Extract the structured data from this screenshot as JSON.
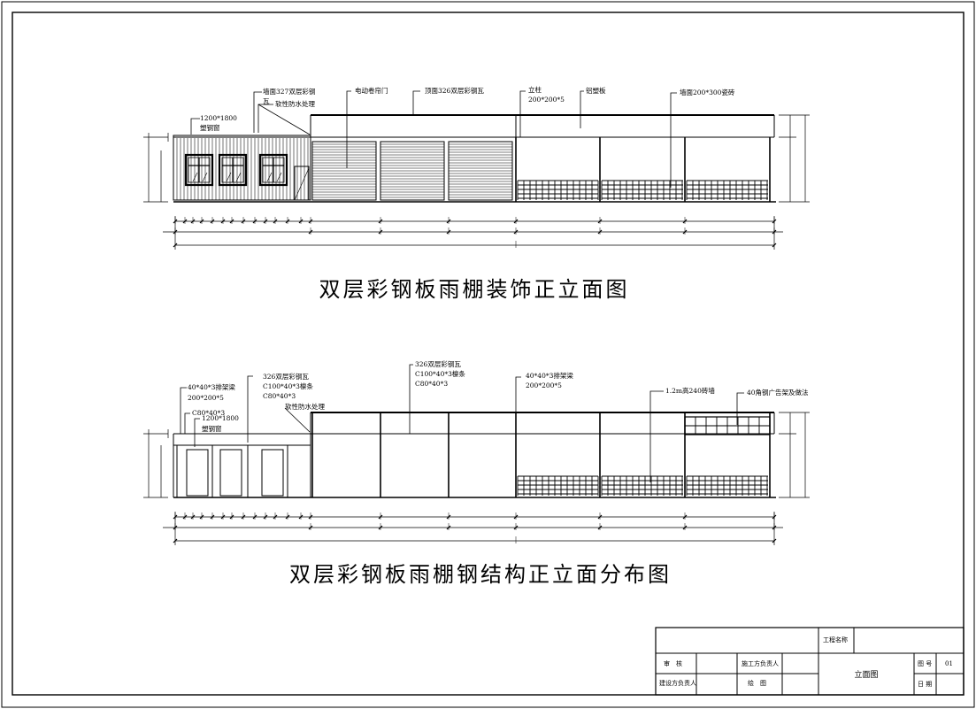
{
  "drawing": {
    "top_title": "双层彩钢板雨棚装饰正立面图",
    "bottom_title": "双层彩钢板雨棚钢结构正立面分布图",
    "top_annotations": [
      "墙面327双层彩钢",
      "瓦",
      "软性防水处理",
      "1200*1800",
      "塑钢窗",
      "电动卷帘门",
      "顶面326双层彩钢瓦",
      "立柱",
      "200*200*5",
      "铝塑板",
      "墙面200*300瓷砖"
    ],
    "bottom_annotations": [
      "40*40*3排架梁",
      "200*200*5",
      "C80*40*3",
      "1200*1800",
      "塑钢窗",
      "326双层彩钢瓦",
      "C100*40*3檩条",
      "C80*40*3",
      "软性防水处理",
      "326双层彩钢瓦",
      "C100*40*3檩条",
      "C80*40*3",
      "40*40*3排架梁",
      "200*200*5",
      "1.2m高240砖墙",
      "40角钢广告架及做法"
    ]
  },
  "title_block": {
    "project_name_label": "工程名称",
    "project_name_value": "",
    "reviewer_label": "审　核",
    "contractor_lead_label": "施工方负责人",
    "owner_lead_label": "建设方负责人",
    "drawer_label": "绘　图",
    "drawing_name": "立面图",
    "drawing_no_label": "图 号",
    "drawing_no_value": "01",
    "date_label": "日 期"
  }
}
